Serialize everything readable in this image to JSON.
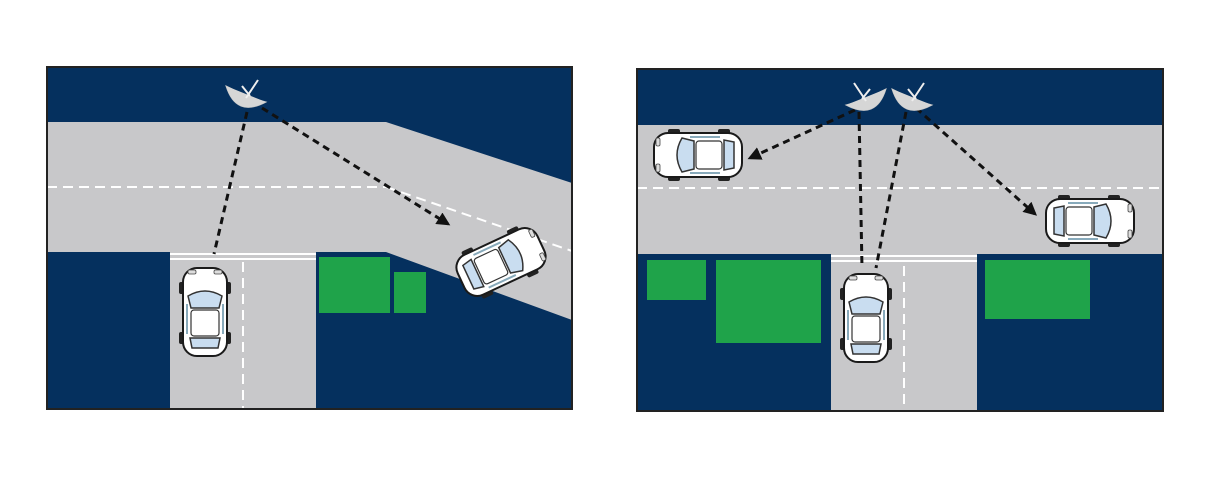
{
  "colors": {
    "background": "#ffffff",
    "ground": "#05305e",
    "road": "#c8c8ca",
    "building": "#1fa34a",
    "lane_marking": "#ffffff",
    "signal_path": "#111111",
    "car_body": "#ffffff",
    "car_glass": "#c9ddf0",
    "border": "#222222"
  },
  "panels": [
    {
      "id": "left-scene",
      "description_icons": [
        "satellite-dish-icon",
        "car-icon",
        "car-icon"
      ],
      "dish_count": 1,
      "car_count": 2
    },
    {
      "id": "right-scene",
      "description_icons": [
        "satellite-dish-icon",
        "satellite-dish-icon",
        "car-icon",
        "car-icon",
        "car-icon"
      ],
      "dish_count": 2,
      "car_count": 3
    }
  ]
}
